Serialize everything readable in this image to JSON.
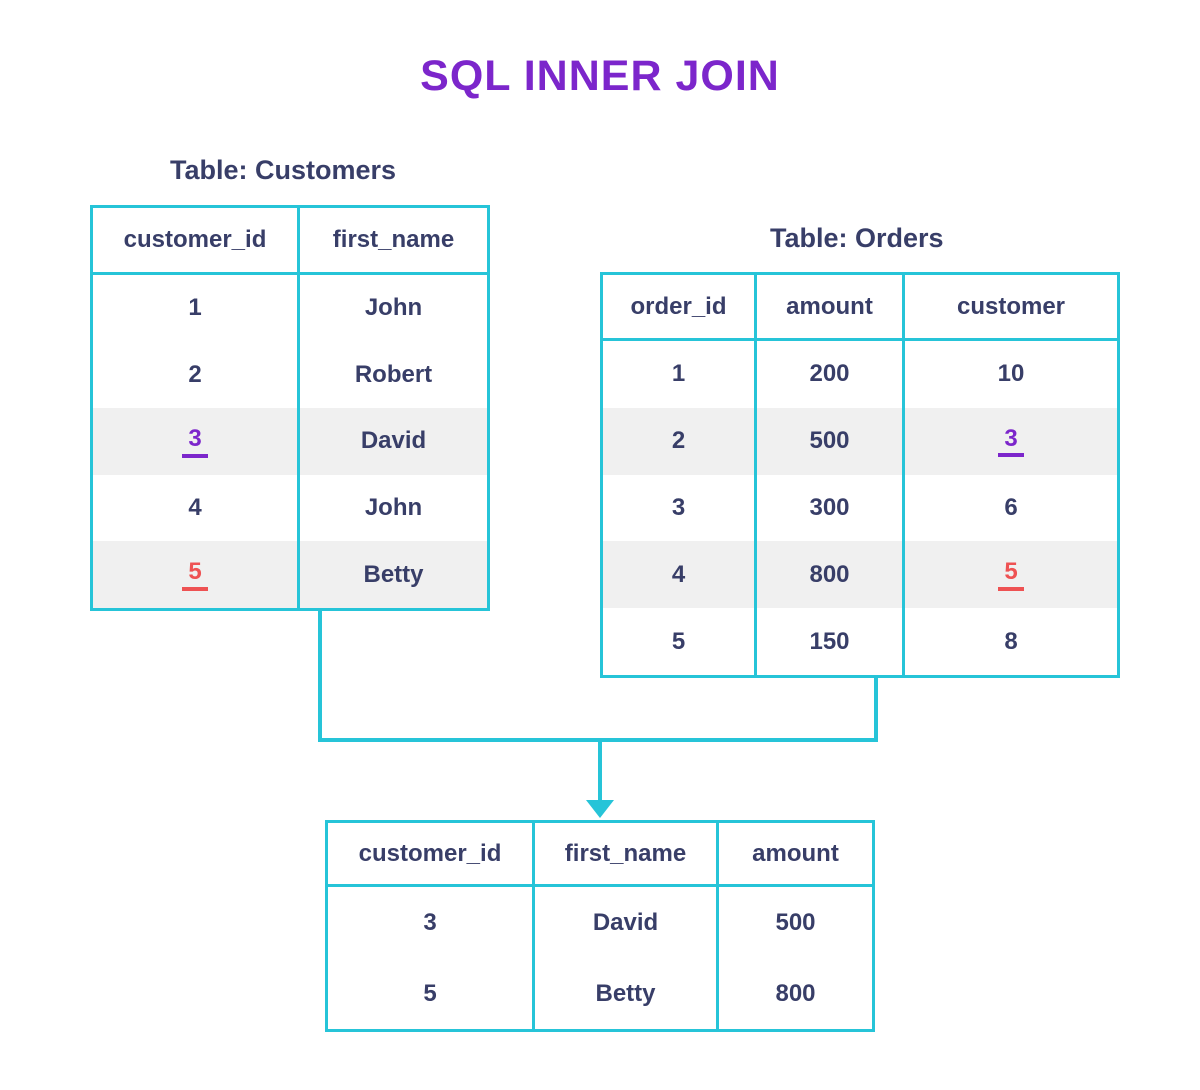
{
  "title": "SQL INNER JOIN",
  "colors": {
    "cyan": "#26c4d8",
    "purple": "#7c26cb",
    "navy": "#383e68",
    "red": "#ee5253",
    "highlight": "#f0f0f0"
  },
  "customers": {
    "label": "Table: Customers",
    "headers": [
      "customer_id",
      "first_name"
    ],
    "rows": [
      [
        "1",
        "John"
      ],
      [
        "2",
        "Robert"
      ],
      [
        "3",
        "David"
      ],
      [
        "4",
        "John"
      ],
      [
        "5",
        "Betty"
      ]
    ],
    "highlighted_row_indexes": [
      2,
      4
    ],
    "marks": [
      {
        "row_index": 2,
        "column": "customer_id",
        "value": "3",
        "underline_color": "purple"
      },
      {
        "row_index": 4,
        "column": "customer_id",
        "value": "5",
        "underline_color": "red"
      }
    ]
  },
  "orders": {
    "label": "Table: Orders",
    "headers": [
      "order_id",
      "amount",
      "customer"
    ],
    "rows": [
      [
        "1",
        "200",
        "10"
      ],
      [
        "2",
        "500",
        "3"
      ],
      [
        "3",
        "300",
        "6"
      ],
      [
        "4",
        "800",
        "5"
      ],
      [
        "5",
        "150",
        "8"
      ]
    ],
    "highlighted_row_indexes": [
      1,
      3
    ],
    "marks": [
      {
        "row_index": 1,
        "column": "customer",
        "value": "3",
        "underline_color": "purple"
      },
      {
        "row_index": 3,
        "column": "customer",
        "value": "5",
        "underline_color": "red"
      }
    ]
  },
  "result": {
    "headers": [
      "customer_id",
      "first_name",
      "amount"
    ],
    "rows": [
      [
        "3",
        "David",
        "500"
      ],
      [
        "5",
        "Betty",
        "800"
      ]
    ]
  }
}
